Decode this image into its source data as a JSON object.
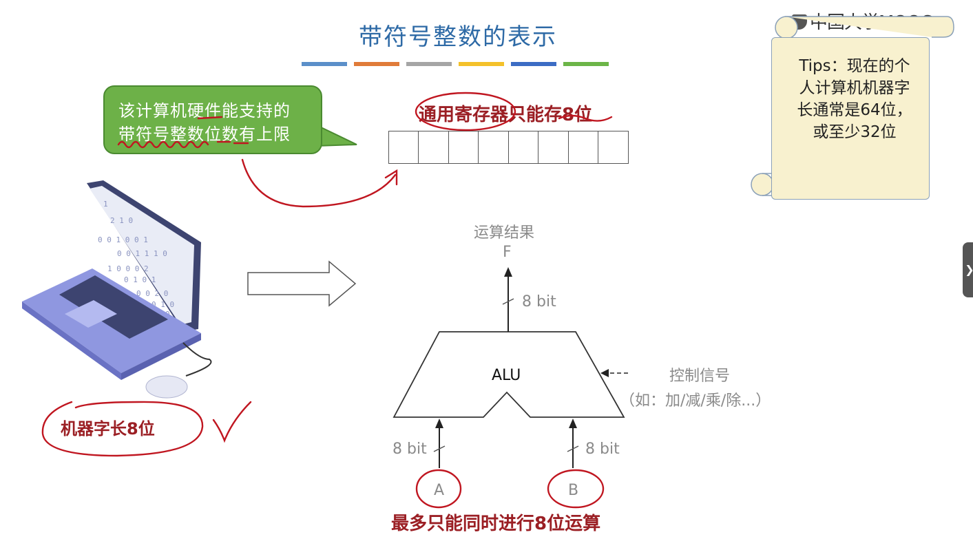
{
  "title": "带符号整数的表示",
  "color_bars": [
    "#5b8fc9",
    "#e07b39",
    "#a5a5a5",
    "#f4c12a",
    "#3c6cc4",
    "#6cb548"
  ],
  "bubble": {
    "line1": "该计算机硬件能支持的",
    "line2": "带符号整数位数有上限"
  },
  "register": {
    "label": "通用寄存器只能存8位",
    "cells": 8
  },
  "alu": {
    "label": "ALU",
    "result_label": "运算结果",
    "output": "F",
    "out_bits": "8 bit",
    "in_a_bits": "8 bit",
    "in_b_bits": "8 bit",
    "input_a": "A",
    "input_b": "B",
    "control_label": "控制信号",
    "control_examples": "（如：加/减/乘/除...）"
  },
  "tips": {
    "line1": "Tips：现在的个",
    "line2": "人计算机机器字",
    "line3": "长通常是64位，",
    "line4": "或至少32位"
  },
  "watermark": "中国大学MOOC",
  "machine_word": "机器字长8位",
  "bottom_note": "最多只能同时进行8位运算",
  "side_tab": "❯",
  "colors": {
    "title": "#2e6aa6",
    "annotation_red": "#9b1f24",
    "bubble_green": "#6db148",
    "scroll_bg": "#f8f1cf"
  }
}
